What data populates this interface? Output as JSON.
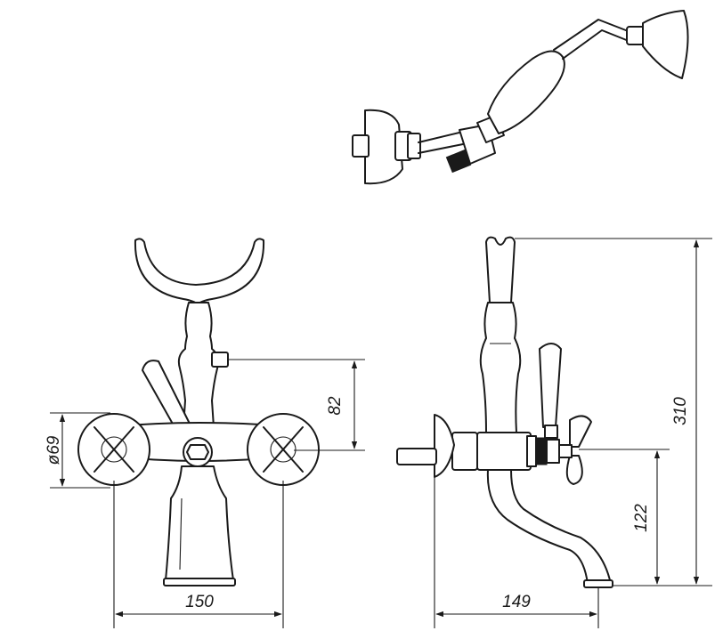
{
  "dimensions": {
    "flange_diameter": "ø69",
    "center_to_diverter": "82",
    "center_distance": "150",
    "depth": "149",
    "spout_height": "122",
    "total_height": "310"
  }
}
